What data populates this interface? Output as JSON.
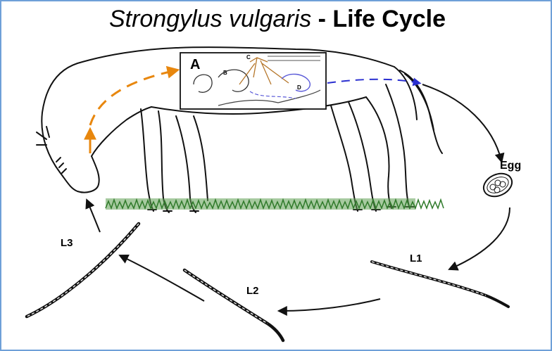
{
  "title": {
    "species": "Strongylus vulgaris",
    "rest": " - Life Cycle"
  },
  "labels": {
    "egg": "Egg",
    "l1": "L1",
    "l2": "L2",
    "l3": "L3",
    "inset": "A",
    "inset_b": "B",
    "inset_c": "C",
    "inset_d": "D"
  },
  "colors": {
    "frame": "#6fa0d8",
    "migration_path": "#e8870e",
    "blood_path": "#2a2fd0",
    "grass": "#2f7a2a",
    "outline": "#111111"
  },
  "icons": [
    "horse-outline",
    "egg-icon",
    "larva-l1-icon",
    "larva-l2-icon",
    "larva-l3-icon",
    "grass-icon"
  ]
}
